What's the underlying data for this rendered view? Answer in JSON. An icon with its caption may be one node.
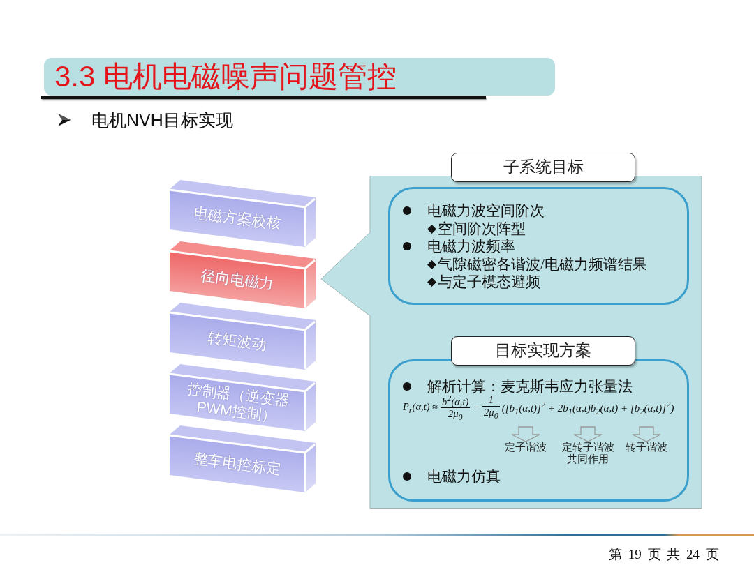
{
  "diagram": {
    "title": "3.3 电机电磁噪声问题管控",
    "nodes": [
      {
        "text": [
          "电磁方案校核"
        ]
      },
      {
        "text": [
          "径向电磁力"
        ]
      },
      {
        "text": [
          "转矩波动"
        ]
      },
      {
        "text": [
          "控制器（逆变器PWM控制）"
        ]
      },
      {
        "text": [
          "整车电控标定"
        ]
      },
      {
        "text": [],
        "shape": "box"
      },
      {
        "text": [
          "子系统目标"
        ]
      },
      {
        "text": [
          "电磁力波空间阶次",
          "空间阶次阵型",
          "电磁力波频率",
          "气隙磁密各谐波/电磁力频谱结果",
          "与定子模态避频"
        ],
        "in": 5
      },
      {
        "text": [
          "目标实现方案"
        ],
        "in": 5
      },
      {
        "text": [
          "解析计算：麦克斯韦应力张量法",
          "P$_{r}$(α,t) ≈",
          "b$^{2}$(α,t)",
          "2μ$_{0}$",
          "=",
          "1",
          "2μ$_{0}$",
          "([b$_{1}$(α,t)]$^{2}$ + 2b$_{1}$(α,t)b$_{2}$(α,t) + [b$_{2}$(α,t)]$^{2}$)",
          "电磁力仿真"
        ],
        "in": 5
      },
      {
        "text": [
          "定子谐波"
        ],
        "in": 9
      },
      {
        "text": [
          "定转子谐波共同作用"
        ],
        "in": 9
      },
      {
        "text": [
          "转子谐波"
        ],
        "in": 9
      }
    ],
    "edges": [
      {
        "from": null,
        "to": 10,
        "arrow": "to"
      },
      {
        "from": null,
        "to": 11,
        "arrow": "to"
      },
      {
        "from": null,
        "to": 12,
        "arrow": "to"
      }
    ],
    "labels": [
      "电机NVH目标实现",
      "第 19 页 共 24 页"
    ]
  }
}
